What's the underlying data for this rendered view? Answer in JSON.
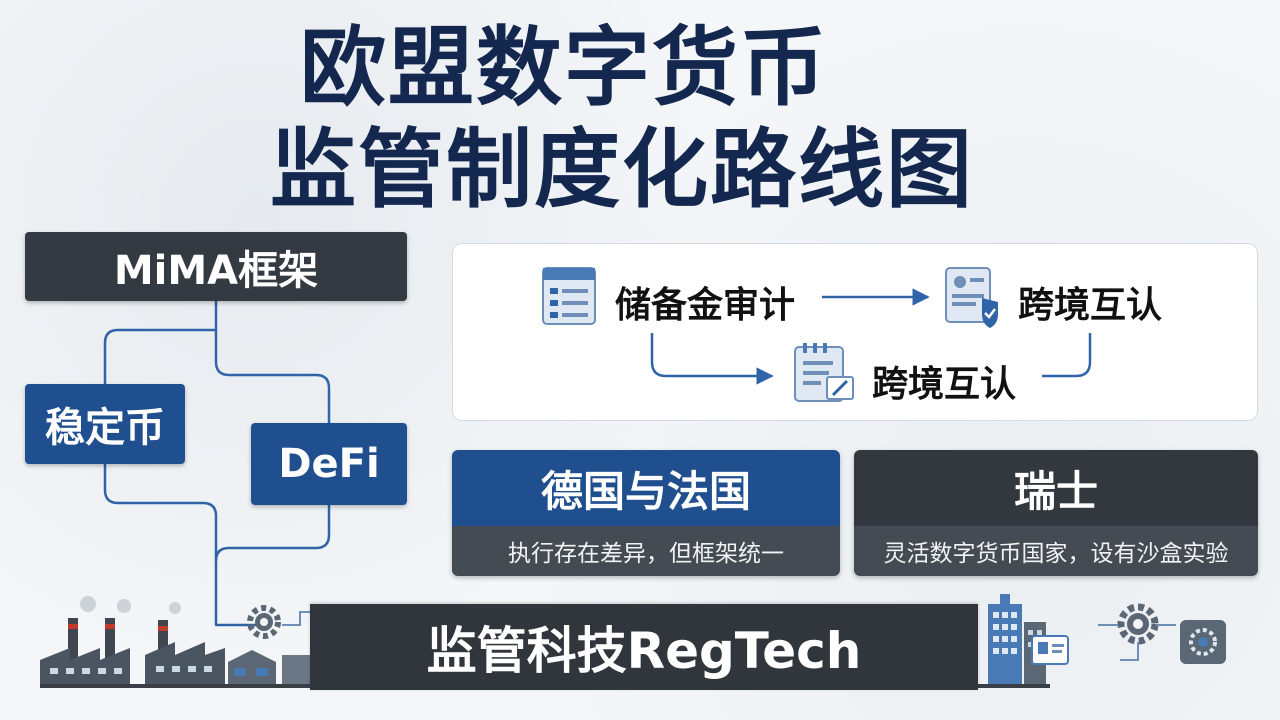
{
  "title": {
    "line1": "欧盟数字货币",
    "line2": "监管制度化路线图"
  },
  "tree": {
    "root": "MiMA框架",
    "left_child": "稳定币",
    "right_child": "DeFi"
  },
  "process": {
    "step1": {
      "label": "储备金审计",
      "icon": "document-list-icon"
    },
    "step2": {
      "label": "跨境互认",
      "icon": "id-card-shield-icon"
    },
    "step3": {
      "label": "跨境互认",
      "icon": "notepad-pen-icon"
    }
  },
  "cards": [
    {
      "title": "德国与法国",
      "desc": "执行存在差异，但框架统一"
    },
    {
      "title": "瑞士",
      "desc": "灵活数字货币国家，设有沙盒实验"
    }
  ],
  "regtech": {
    "label": "监管科技RegTech",
    "left_icons": [
      "factory-icon",
      "gear-icon",
      "bank-card-icon"
    ],
    "right_icons": [
      "server-network-icon",
      "skyscraper-icon",
      "id-card-icon",
      "gear-icon",
      "settings-box-icon"
    ]
  },
  "colors": {
    "navy": "#13274f",
    "blue": "#1f4f8f",
    "dark": "#343a42",
    "line": "#2f64a8"
  }
}
